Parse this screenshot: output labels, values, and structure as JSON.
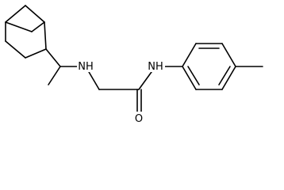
{
  "diagram": {
    "atoms": {
      "nh_amine": "NH",
      "nh_amide": "NH",
      "o_carbonyl": "O"
    },
    "colors": {
      "bond": "#000000",
      "label": "#000000",
      "background": "#ffffff"
    }
  }
}
